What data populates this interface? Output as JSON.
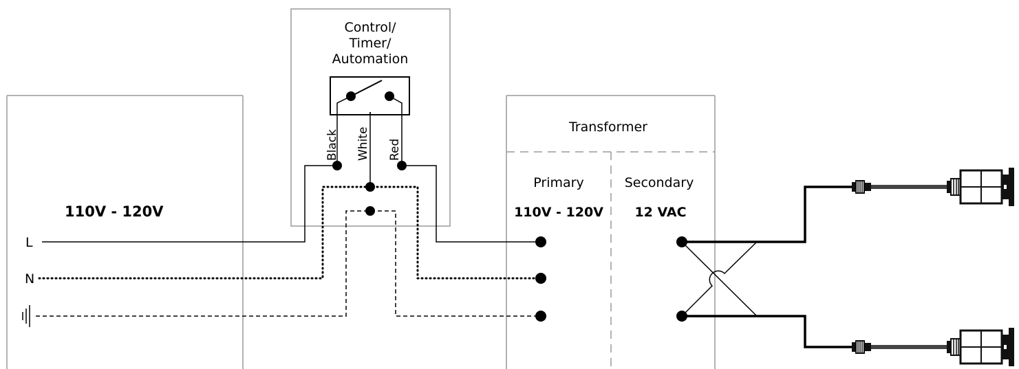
{
  "panel": {
    "voltage": "110V - 120V",
    "line_label": "L",
    "neutral_label": "N"
  },
  "control": {
    "title_lines": [
      "Control/",
      "Timer/",
      "Automation"
    ],
    "wires": {
      "black": "Black",
      "white": "White",
      "red": "Red"
    }
  },
  "transformer": {
    "title": "Transformer",
    "primary_label": "Primary",
    "secondary_label": "Secondary",
    "primary_voltage": "110V - 120V",
    "secondary_voltage": "12 VAC"
  },
  "colors": {
    "box_stroke": "#999999",
    "wire": "#000000"
  }
}
